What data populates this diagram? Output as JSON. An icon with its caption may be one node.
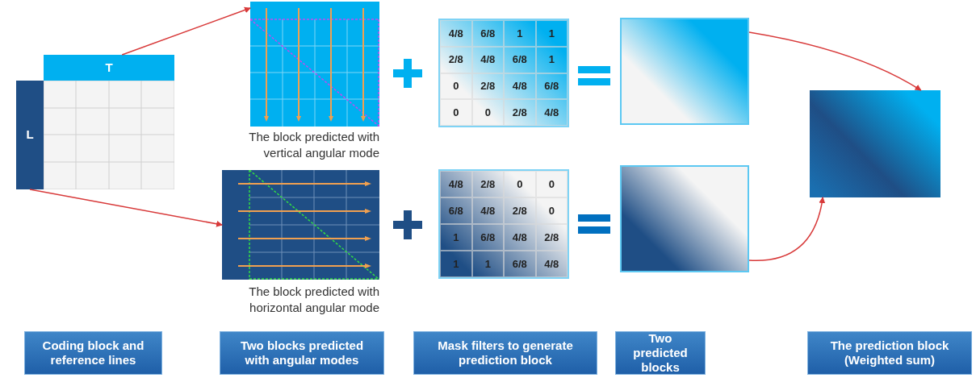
{
  "diagram": {
    "nodes": [
      {
        "text": [
          "T"
        ]
      },
      {
        "text": [
          "L"
        ]
      },
      {
        "text": [],
        "shape": "box",
        "beside": [
          "The block predicted with vertical angular mode"
        ]
      },
      {
        "text": [],
        "shape": "box",
        "beside": [
          "The block predicted with horizontal angular mode"
        ]
      },
      {
        "text": [
          "4/8",
          "6/8",
          "1",
          "1",
          "2/8",
          "4/8",
          "6/8",
          "1",
          "0",
          "2/8",
          "4/8",
          "6/8",
          "0",
          "0",
          "2/8",
          "4/8"
        ]
      },
      {
        "text": [
          "4/8",
          "2/8",
          "0",
          "0",
          "6/8",
          "4/8",
          "2/8",
          "0",
          "1",
          "6/8",
          "4/8",
          "2/8",
          "1",
          "1",
          "6/8",
          "4/8"
        ]
      },
      {
        "text": [],
        "shape": "box"
      },
      {
        "text": [],
        "shape": "box"
      },
      {
        "text": [],
        "shape": "box"
      },
      {
        "text": [
          "Coding block and reference lines"
        ]
      },
      {
        "text": [
          "Two blocks predicted with angular modes"
        ]
      },
      {
        "text": [
          "Mask filters to generate prediction block"
        ]
      },
      {
        "text": [
          "Two predicted blocks"
        ]
      },
      {
        "text": [
          "The prediction block (Weighted sum)"
        ]
      }
    ],
    "edges": [
      {
        "from": 0,
        "to": 2,
        "arrow": "to"
      },
      {
        "from": 1,
        "to": 3,
        "arrow": "to"
      },
      {
        "from": 6,
        "to": 8,
        "arrow": "to"
      },
      {
        "from": 7,
        "to": 8,
        "arrow": "to"
      }
    ]
  }
}
